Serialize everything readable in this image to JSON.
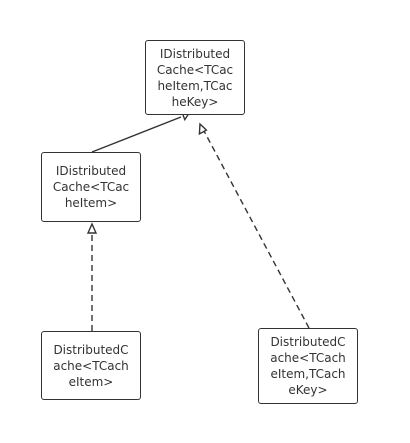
{
  "diagram": {
    "nodes": {
      "distributed_cache_item_key_interface": {
        "label": "IDistributed\nCache<TCac\nheItem,TCac\nheKey>"
      },
      "distributed_cache_item_interface": {
        "label": "IDistributed\nCache<TCac\nheItem>"
      },
      "distributed_cache_item_class": {
        "label": "DistributedC\nache<TCach\neItem>"
      },
      "distributed_cache_item_key_class": {
        "label": "DistributedC\nache<TCach\neItem,TCach\neKey>"
      }
    },
    "edges": [
      {
        "from": "distributed_cache_item_interface",
        "to": "distributed_cache_item_key_interface",
        "style": "solid",
        "arrow": "hollow-triangle"
      },
      {
        "from": "distributed_cache_item_class",
        "to": "distributed_cache_item_interface",
        "style": "dashed",
        "arrow": "hollow-triangle"
      },
      {
        "from": "distributed_cache_item_key_class",
        "to": "distributed_cache_item_key_interface",
        "style": "dashed",
        "arrow": "hollow-triangle"
      }
    ],
    "colors": {
      "stroke": "#333333",
      "background": "#ffffff",
      "text": "#333333"
    }
  }
}
